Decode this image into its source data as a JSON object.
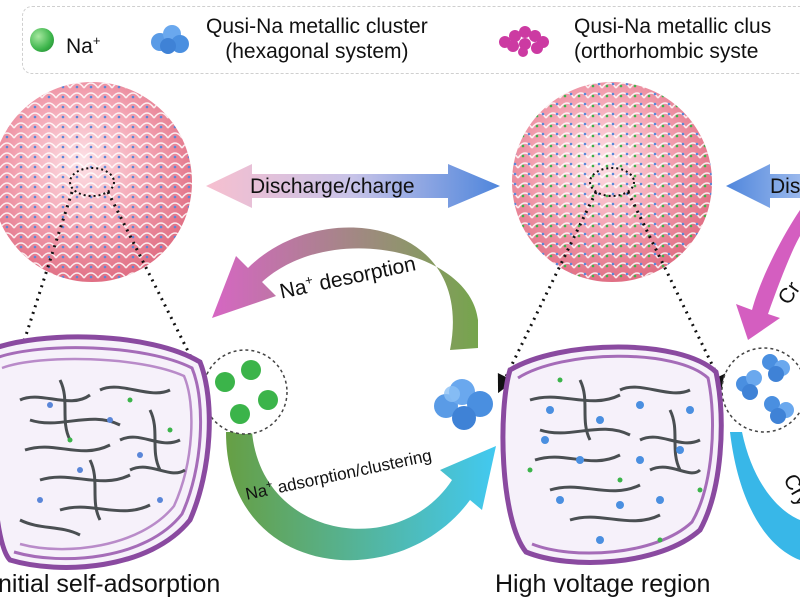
{
  "legend": {
    "na_label": "Na",
    "na_sup": "+",
    "hex_line1": "Qusi-Na metallic cluster",
    "hex_line2": "(hexagonal system)",
    "ortho_line1": "Qusi-Na metallic clus",
    "ortho_line2": "(orthorhombic syste",
    "colors": {
      "na": "#3bb44a",
      "hex_cluster": "#4a8fe0",
      "ortho_cluster": "#cc3aa2"
    }
  },
  "arrows": {
    "discharge_charge": "Discharge/charge",
    "right_partial": "Disc",
    "desorption_prefix": "Na",
    "desorption_sup": "+",
    "desorption_suffix": " desorption",
    "adsorption_prefix": "Na",
    "adsorption_sup": "+",
    "adsorption_suffix": " adsorption/clustering",
    "right_top_partial": "Cr",
    "right_bottom_partial": "Cry"
  },
  "regions": {
    "left": "nitial self-adsorption",
    "right": "High voltage region"
  }
}
